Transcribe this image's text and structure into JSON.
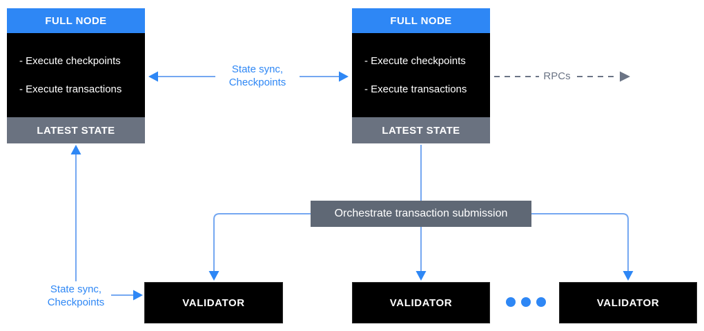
{
  "full_nodes": [
    {
      "title": "FULL NODE",
      "items": [
        "- Execute checkpoints",
        "- Execute transactions"
      ],
      "footer": "LATEST STATE"
    },
    {
      "title": "FULL NODE",
      "items": [
        "- Execute checkpoints",
        "- Execute transactions"
      ],
      "footer": "LATEST STATE"
    }
  ],
  "validators": [
    {
      "label": "VALIDATOR"
    },
    {
      "label": "VALIDATOR"
    },
    {
      "label": "VALIDATOR"
    }
  ],
  "orchestrator": {
    "label": "Orchestrate transaction submission"
  },
  "edges": {
    "node_to_node_sync": {
      "line1": "State sync,",
      "line2": "Checkpoints"
    },
    "rpcs": {
      "label": "RPCs"
    },
    "validator_sync": {
      "line1": "State sync,",
      "line2": "Checkpoints"
    }
  },
  "colors": {
    "accent_blue": "#2E87F5",
    "line_blue": "#74A7F1",
    "slate_gray": "#6A7280",
    "orchestrator_gray": "#5F6875",
    "rpc_gray": "#6B7485",
    "node_black": "#000000"
  }
}
